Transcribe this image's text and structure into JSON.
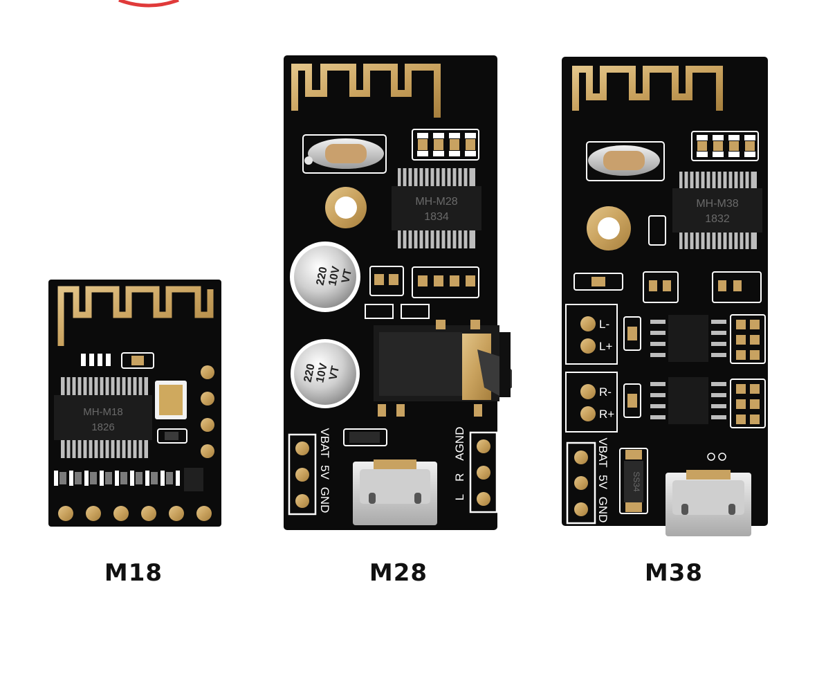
{
  "modules": [
    {
      "name": "M18",
      "chip_label": "MH-M18",
      "chip_date": "1826"
    },
    {
      "name": "M28",
      "chip_label": "MH-M28",
      "chip_date": "1834",
      "capacitor_value": "220",
      "capacitor_voltage": "10V",
      "capacitor_series": "VT",
      "left_pin_labels": [
        "VBAT",
        "5V",
        "GND"
      ],
      "right_pin_labels": [
        "AGND",
        "R",
        "L"
      ]
    },
    {
      "name": "M38",
      "chip_label": "MH-M38",
      "chip_date": "1832",
      "output_left_labels": [
        "L-",
        "L+"
      ],
      "output_right_labels": [
        "R-",
        "R+"
      ],
      "pin_labels": [
        "VBAT",
        "5V",
        "GND"
      ],
      "diode_label": "SS34"
    }
  ],
  "colors": {
    "pcb": "#0b0b0b",
    "gold": "#c9a25e",
    "silkscreen": "#f2f2f2",
    "chip": "#1c1c1c"
  }
}
